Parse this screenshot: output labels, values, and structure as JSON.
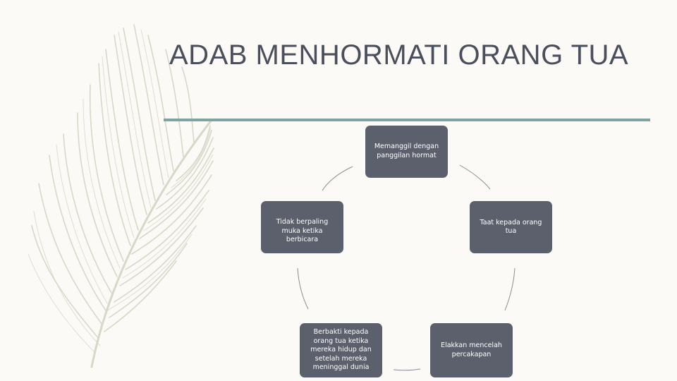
{
  "slide": {
    "title": "ADAB MENHORMATI ORANG TUA",
    "colors": {
      "background": "#fbfaf6",
      "title": "#4b4f5c",
      "accent_rule": "#7fa3a0",
      "node_fill": "#5c606c",
      "node_text": "#ffffff",
      "connector": "#8a8d96",
      "feather": "#d9d7c8"
    },
    "decoration": "feather-illustration"
  },
  "cycle": {
    "nodes": [
      {
        "label": "Memanggil dengan panggilan hormat"
      },
      {
        "label": "Taat kepada orang tua"
      },
      {
        "label": "Elakkan mencelah percakapan"
      },
      {
        "label": "Berbakti kepada orang tua ketika mereka hidup dan setelah mereka meninggal dunia"
      },
      {
        "label": "Tidak berpaling muka ketika berbicara"
      }
    ]
  }
}
